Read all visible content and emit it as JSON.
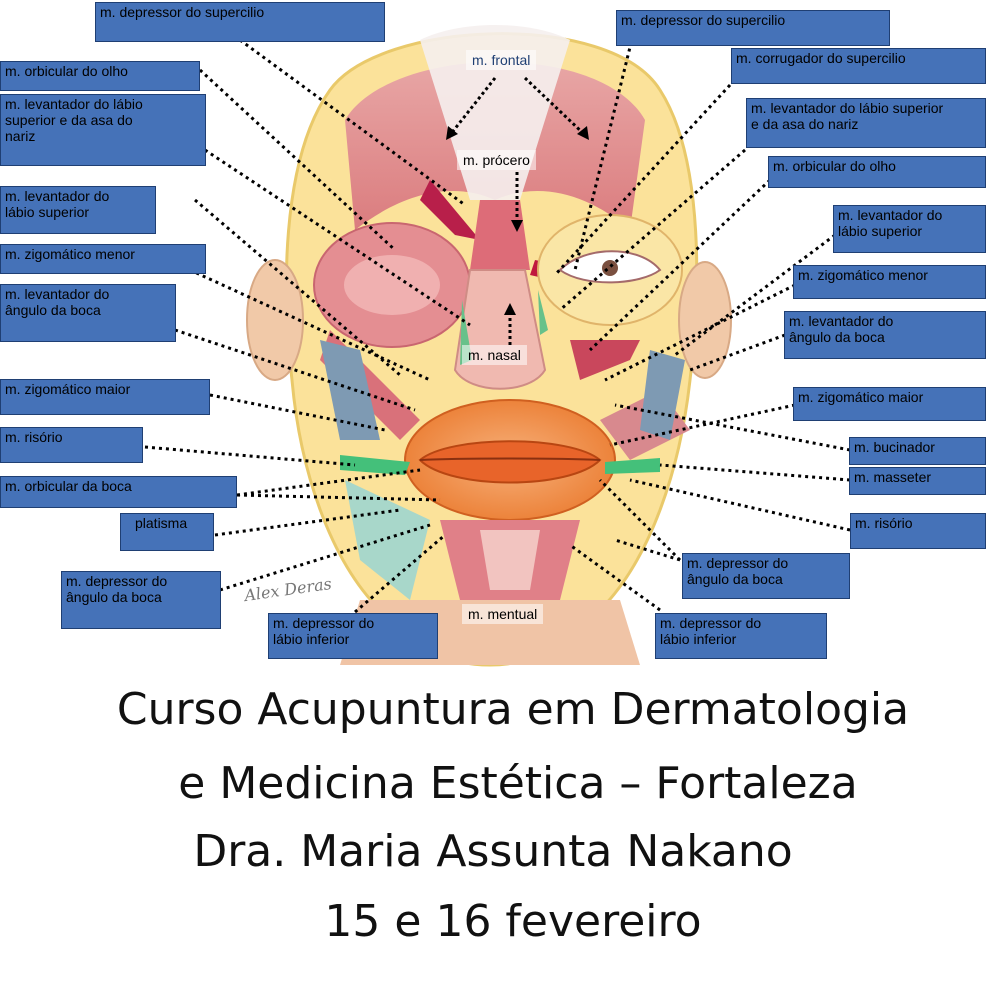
{
  "diagram": {
    "top_labels": {
      "frontal": "m. frontal",
      "procero": "m. prócero",
      "nasal": "m. nasal",
      "mentual": "m. mentual"
    },
    "left_labels": [
      "m. depressor  do supercilio",
      "m. orbicular  do olho",
      "m. levantador  do lábio\nsuperior e da asa do\nnariz",
      "m. levantador  do\nlábio superior",
      "m. zigomático menor",
      "m. levantador  do\nângulo da boca",
      "m. zigomático maior",
      " m. risório",
      "m. orbicular  da  boca",
      "platisma",
      "m. depressor do\nângulo da boca",
      "m. depressor do\nlábio inferior"
    ],
    "right_labels": [
      "m. depressor  do supercilio",
      "m. corrugador do supercilio",
      "m. levantador  do lábio superior\ne da asa do nariz",
      "m. orbicular  do olho",
      "m. levantador  do\nlábio superior",
      "m. zigomático menor",
      "m. levantador  do\nângulo da boca",
      "m. zigomático maior",
      "m. bucinador",
      "m. masseter",
      "m. risório",
      "m. depressor do\nângulo da boca",
      "m. depressor do\nlábio inferior"
    ],
    "signature": "Alex Deras"
  },
  "caption": {
    "line1": "Curso Acupuntura em Dermatologia",
    "line2": "e Medicina Estética – Fortaleza",
    "line3": "Dra. Maria Assunta Nakano",
    "line4": "15 e 16 fevereiro"
  }
}
